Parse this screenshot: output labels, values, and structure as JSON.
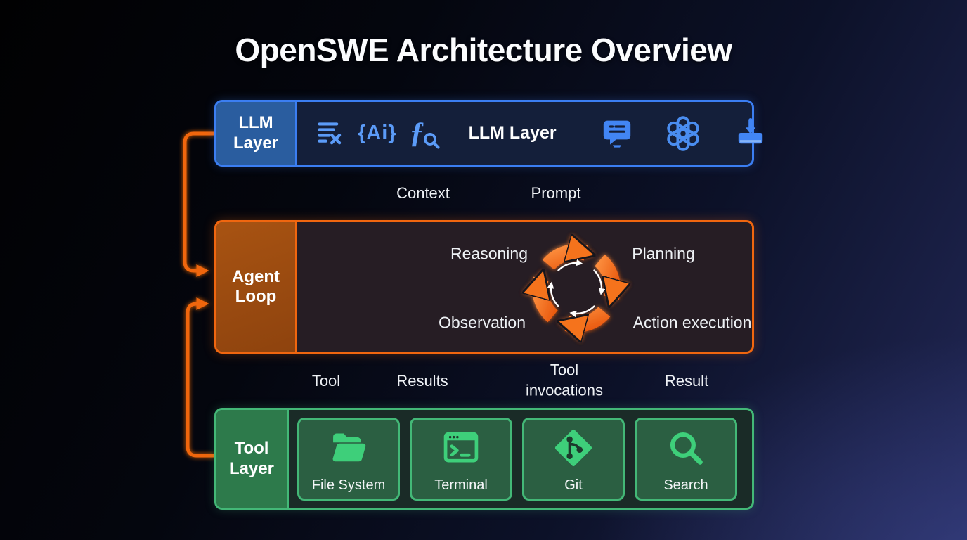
{
  "title": "OpenSWE Architecture Overview",
  "colors": {
    "blue_accent": "#3b7ef2",
    "orange_accent": "#f0660f",
    "green_accent": "#43b877",
    "gray_arrow": "#b3a79e",
    "icon_blue": "#5b9bf8",
    "icon_green": "#3ecf7a"
  },
  "llm_layer": {
    "side_label": "LLM Layer",
    "title": "LLM Layer",
    "ai_glyph": "{Ai}",
    "icons_left": [
      "list-x-icon",
      "ai-braces-icon",
      "function-search-icon"
    ],
    "icons_right": [
      "chat-icon",
      "openai-icon",
      "download-icon"
    ]
  },
  "flows_top": {
    "context": "Context",
    "prompt": "Prompt"
  },
  "agent_loop": {
    "side_label": "Agent Loop",
    "stages": [
      "Reasoning",
      "Planning",
      "Observation",
      "Action execution"
    ]
  },
  "flows_bottom": {
    "tool": "Tool",
    "results": "Results",
    "tool_invocations": "Tool invocations",
    "result": "Result"
  },
  "tool_layer": {
    "side_label": "Tool Layer",
    "tools": [
      {
        "label": "File System",
        "icon": "folder-icon"
      },
      {
        "label": "Terminal",
        "icon": "terminal-icon"
      },
      {
        "label": "Git",
        "icon": "git-icon"
      },
      {
        "label": "Search",
        "icon": "search-icon"
      }
    ]
  }
}
